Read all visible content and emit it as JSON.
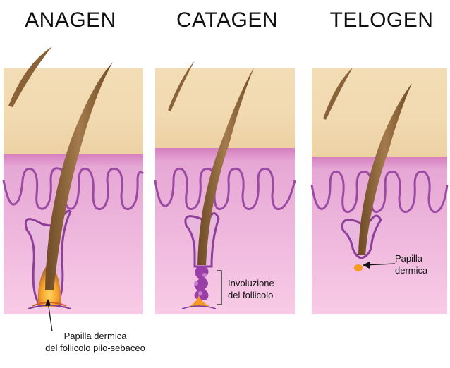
{
  "stages": [
    {
      "title": "ANAGEN"
    },
    {
      "title": "CATAGEN"
    },
    {
      "title": "TELOGEN"
    }
  ],
  "labels": {
    "anagen_line1": "Papilla dermica",
    "anagen_line2": "del follicolo pilo-sebaceo",
    "catagen_line1": "Involuzione",
    "catagen_line2": "del follicolo",
    "telogen_line1": "Papilla",
    "telogen_line2": "dermica"
  },
  "colors": {
    "epidermis": "#f1d9b0",
    "dermis_top": "#d98fc6",
    "dermis": "#f7c6e3",
    "follicle_outline": "#8e3f99",
    "follicle_fill": "#e7b4de",
    "hair": "#8a6238",
    "papilla": "#f59a23"
  }
}
